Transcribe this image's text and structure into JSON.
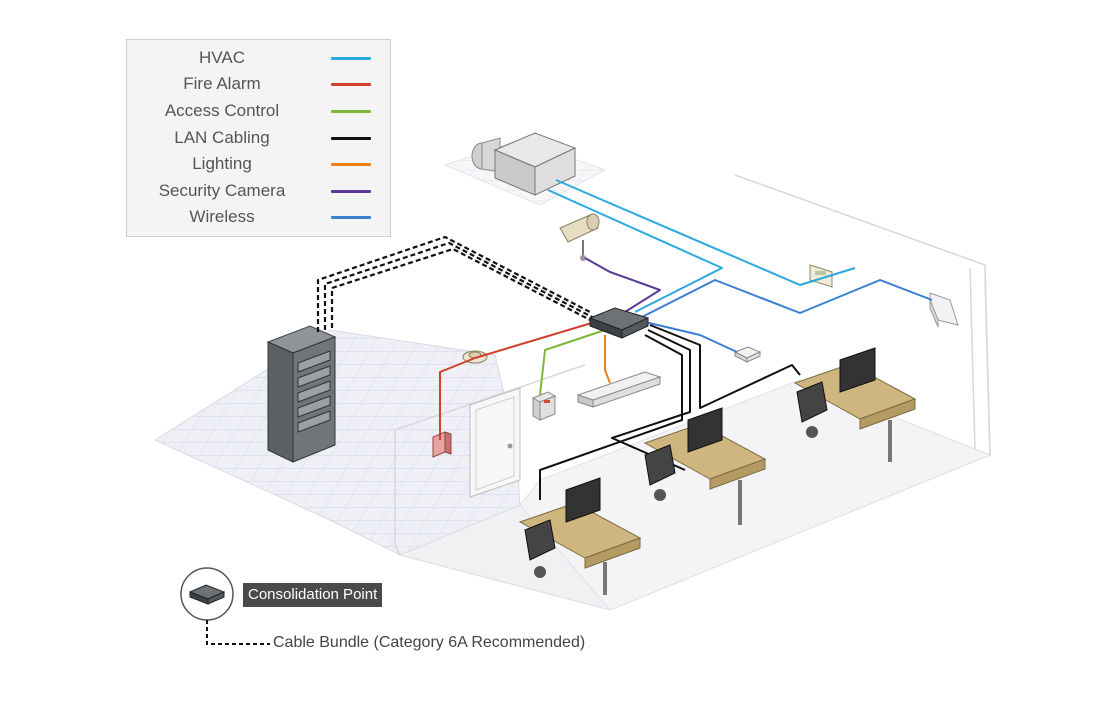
{
  "legend": {
    "items": [
      {
        "label": "HVAC",
        "color": "#2aa9e0"
      },
      {
        "label": "Fire Alarm",
        "color": "#d1402a"
      },
      {
        "label": "Access Control",
        "color": "#7cb93a"
      },
      {
        "label": "LAN Cabling",
        "color": "#111111"
      },
      {
        "label": "Lighting",
        "color": "#f07f1a"
      },
      {
        "label": "Security Camera",
        "color": "#5b3a96"
      },
      {
        "label": "Wireless",
        "color": "#3b7fd0"
      }
    ]
  },
  "key": {
    "consolidation_point": "Consolidation Point",
    "cable_bundle": "Cable Bundle (Category 6A Recommended)"
  },
  "icons": [
    "hvac-unit-icon",
    "security-camera-icon",
    "thermostat-icon",
    "wireless-access-point-icon",
    "server-rack-icon",
    "consolidation-point-icon",
    "smoke-detector-icon",
    "fire-alarm-pull-station-icon",
    "access-control-panel-icon",
    "light-fixture-icon",
    "ceiling-access-point-icon",
    "workstation-icon",
    "door-icon"
  ]
}
